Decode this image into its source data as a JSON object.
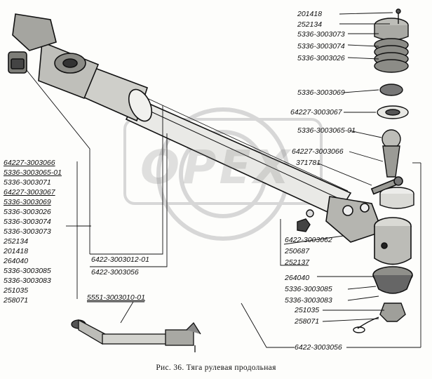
{
  "caption": "Рис. 36. Тяга рулевая продольная",
  "watermark": "OPEX",
  "colors": {
    "ink": "#111111",
    "watermark": "#bdbdbd",
    "paper": "#fdfdfb"
  },
  "left_list": [
    "64227-3003066",
    "5336-3003065-01",
    "5336-3003071",
    "64227-3003067",
    "5336-3003069",
    "5336-3003026",
    "5336-3003074",
    "5336-3003073",
    "252134",
    "201418",
    "264040",
    "5336-3003085",
    "5336-3003083",
    "251035",
    "258071"
  ],
  "right_top": [
    "201418",
    "252134",
    "5336-3003073",
    "5336-3003074",
    "5336-3003026"
  ],
  "right_mid": {
    "l1": "5336-3003069",
    "l2": "64227-3003067",
    "l3": "5336-3003065-01",
    "l4": "64227-3003066",
    "l5": "371781"
  },
  "center_labels": {
    "rod": "6422-3003012-01",
    "tube": "6422-3003056",
    "small": "5551-3003010-01"
  },
  "lower_left": {
    "a": "6422-3003062",
    "b": "250687",
    "c": "252137"
  },
  "lower_right": [
    "264040",
    "5336-3003085",
    "5336-3003083",
    "251035",
    "258071"
  ],
  "bottom_label": "6422-3003056"
}
